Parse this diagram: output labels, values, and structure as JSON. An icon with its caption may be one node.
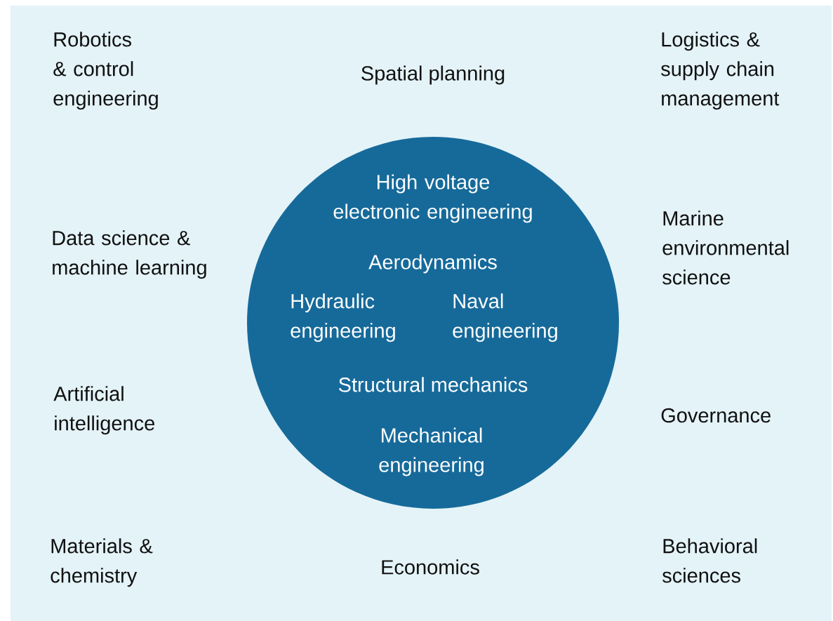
{
  "diagram": {
    "nodes": [
      {
        "text": [
          "High voltage electronic engineering",
          "Aerodynamics",
          "Hydraulic engineering",
          "Naval engineering",
          "Structural mechanics",
          "Mechanical engineering"
        ]
      }
    ],
    "edges": [],
    "labels": [
      "Robotics & control engineering",
      "Spatial planning",
      "Logistics & supply chain management",
      "Data science & machine learning",
      "Marine environmental science",
      "Artificial intelligence",
      "Governance",
      "Materials & chemistry",
      "Economics",
      "Behavioral sciences"
    ]
  }
}
